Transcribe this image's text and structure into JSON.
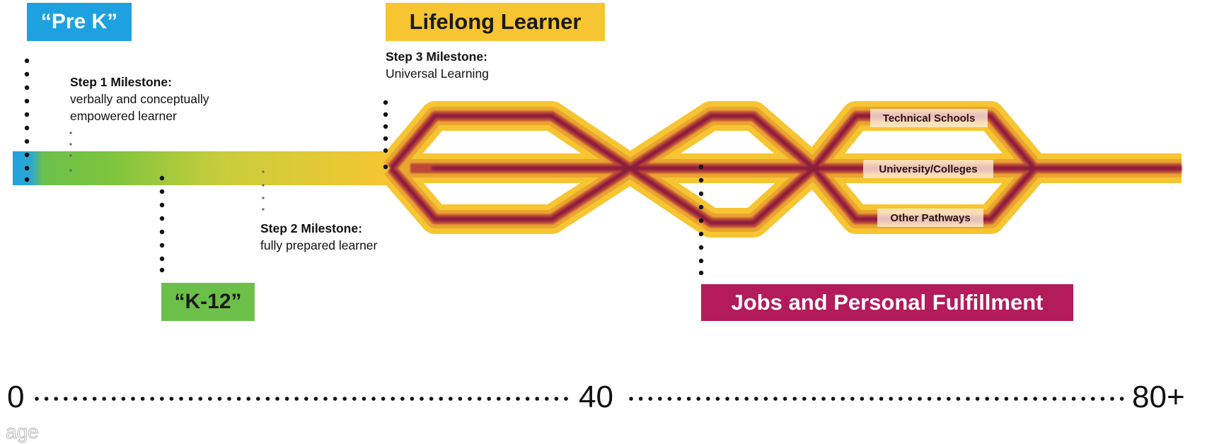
{
  "stages": {
    "pre_k": "“Pre K”",
    "k12": "“K-12”",
    "lifelong": "Lifelong Learner",
    "jobs": "Jobs and Personal Fulfillment"
  },
  "milestones": [
    {
      "title": "Step 1 Milestone:",
      "lines": [
        "verbally and conceptually",
        "empowered learner"
      ]
    },
    {
      "title": "Step 2 Milestone:",
      "lines": [
        "fully prepared learner"
      ]
    },
    {
      "title": "Step 3 Milestone:",
      "lines": [
        "Universal Learning"
      ]
    }
  ],
  "pathways": [
    "Technical Schools",
    "University/Colleges",
    "Other Pathways"
  ],
  "axis": {
    "start": "0",
    "middle": "40",
    "end": "80+",
    "label": "age"
  },
  "colors": {
    "pre_k": "#1da1e0",
    "k12": "#6cc04a",
    "lifelong": "#f7c531",
    "jobs": "#b31b5a",
    "maroon": "#8c1b3e"
  }
}
